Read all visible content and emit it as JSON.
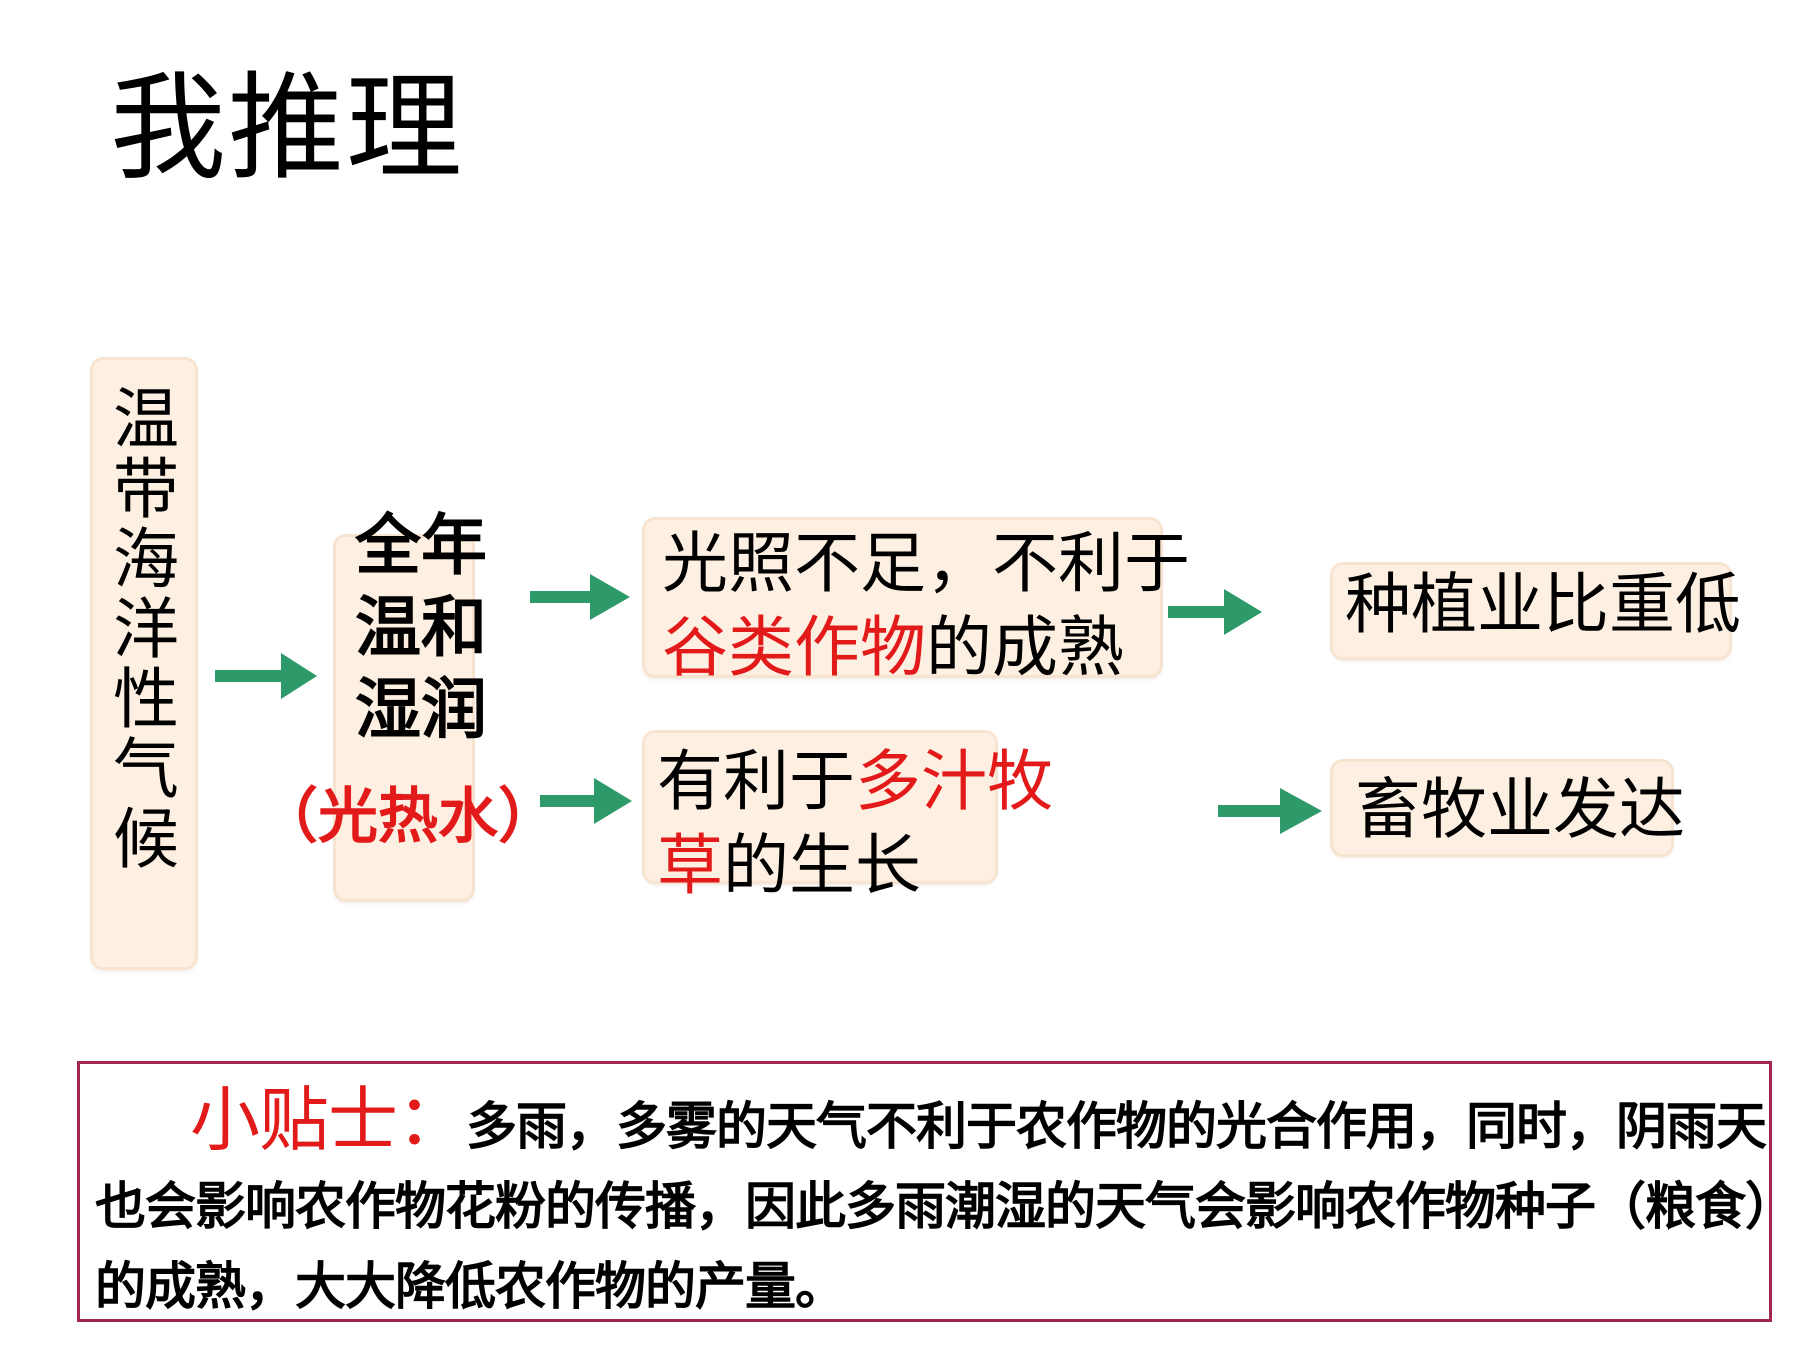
{
  "title": "我推理",
  "diagram": {
    "climate": "温带海洋性气候",
    "feature": "全年温和湿润",
    "feature_note": "（光热水）",
    "effect_crop": {
      "pre": "光照不足，不利于",
      "highlight": "谷类作物",
      "post": "的成熟"
    },
    "effect_pasture": {
      "pre": "有利于",
      "highlight": "多汁牧草",
      "post": "的生长"
    },
    "result_crop": "种植业比重低",
    "result_pasture": "畜牧业发达"
  },
  "tips": {
    "label": "小贴士：",
    "text": "多雨，多雾的天气不利于农作物的光合作用，同时，阴雨天也会影响农作物花粉的传播，因此多雨潮湿的天气会影响农作物种子（粮食）的成熟，大大降低农作物的产量。"
  },
  "colors": {
    "arrow": "#2e9a6a",
    "highlight": "#e21a1a",
    "box_fill": "#fdf0e2",
    "tips_border": "#a0284f"
  }
}
